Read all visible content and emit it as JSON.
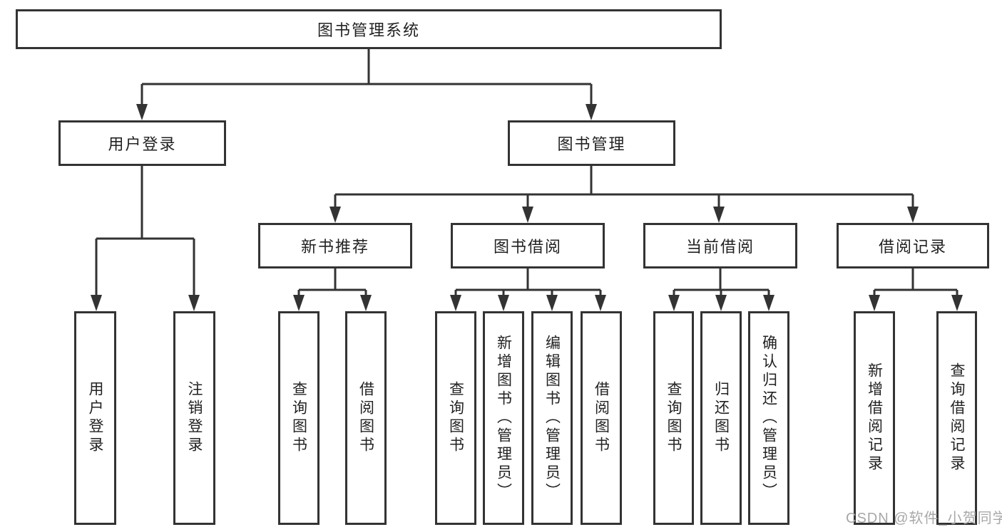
{
  "diagram": {
    "root": {
      "label": "图书管理系统"
    },
    "children": [
      {
        "label": "用户登录",
        "children": [
          {
            "label": "用户登录"
          },
          {
            "label": "注销登录"
          }
        ]
      },
      {
        "label": "图书管理",
        "children": [
          {
            "label": "新书推荐",
            "children": [
              {
                "label": "查询图书"
              },
              {
                "label": "借阅图书"
              }
            ]
          },
          {
            "label": "图书借阅",
            "children": [
              {
                "label": "查询图书"
              },
              {
                "label": "新增图书（管理员）"
              },
              {
                "label": "编辑图书（管理员）"
              },
              {
                "label": "借阅图书"
              }
            ]
          },
          {
            "label": "当前借阅",
            "children": [
              {
                "label": "查询图书"
              },
              {
                "label": "归还图书"
              },
              {
                "label": "确认归还（管理员）"
              }
            ]
          },
          {
            "label": "借阅记录",
            "children": [
              {
                "label": "新增借阅记录"
              },
              {
                "label": "查询借阅记录"
              }
            ]
          }
        ]
      }
    ]
  },
  "watermark": {
    "text": "CSDN @软件_小贺同学"
  },
  "colors": {
    "line": "#333333",
    "box_border": "#333333",
    "text": "#222222",
    "watermark": "#a8a8a8",
    "background": "#ffffff"
  }
}
